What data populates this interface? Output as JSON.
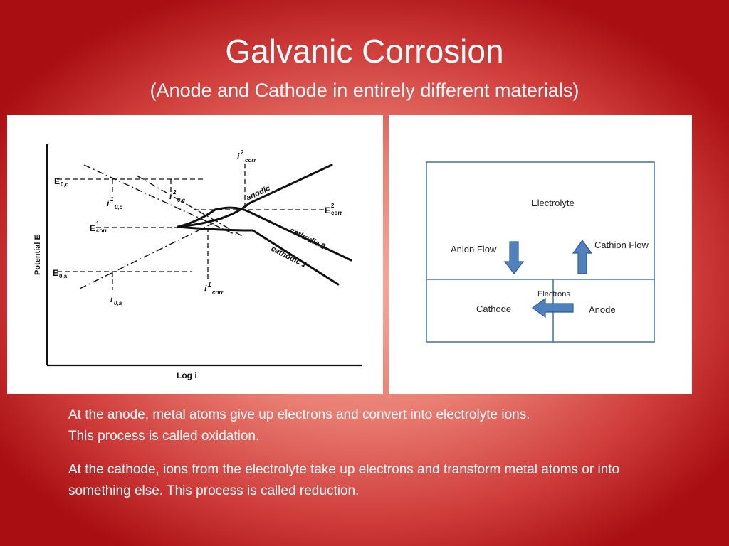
{
  "slide": {
    "title": "Galvanic Corrosion",
    "subtitle": "(Anode and Cathode in entirely different materials)"
  },
  "polarization_diagram": {
    "y_axis_label": "Potential E",
    "x_axis_label": "Log i",
    "labels": {
      "e0c_main": "E",
      "e0c_sub": "0,c",
      "i1_0c_main": "i",
      "i1_0c_sup": "1",
      "i1_0c_sub": "0,c",
      "i2_0c_main": "i",
      "i2_0c_sup": "2",
      "i2_0c_sub": "0,c",
      "i2_corr_main": "i",
      "i2_corr_sup": "2",
      "i2_corr_sub": "corr",
      "e1_corr_main": "E",
      "e1_corr_sup": "1",
      "e1_corr_sub": "corr",
      "e2_corr_main": "E",
      "e2_corr_sup": "2",
      "e2_corr_sub": "corr",
      "e0a_main": "E",
      "e0a_sub": "0,a",
      "i0a_main": "i",
      "i0a_sub": "0,a",
      "i1_corr_main": "i",
      "i1_corr_sup": "1",
      "i1_corr_sub": "corr",
      "anodic": "anodic",
      "cathodic2": "cathodic 2",
      "cathodic1": "cathodic 1"
    }
  },
  "cell_diagram": {
    "electrolyte": "Electrolyte",
    "anion_flow": "Anion Flow",
    "cation_flow": "Cathion Flow",
    "electrons": "Electrons",
    "cathode": "Cathode",
    "anode": "Anode",
    "colors": {
      "arrow_fill": "#4f81bd",
      "arrow_stroke": "#2f5b8f",
      "box_stroke": "#4a7aa8"
    }
  },
  "text": {
    "p1_line1": "At the anode, metal atoms give up electrons and convert into electrolyte ions.",
    "p1_line2": "This process is called oxidation.",
    "p2": "At the cathode, ions from the electrolyte take up electrons and transform metal atoms or into something else. This process is called reduction."
  }
}
